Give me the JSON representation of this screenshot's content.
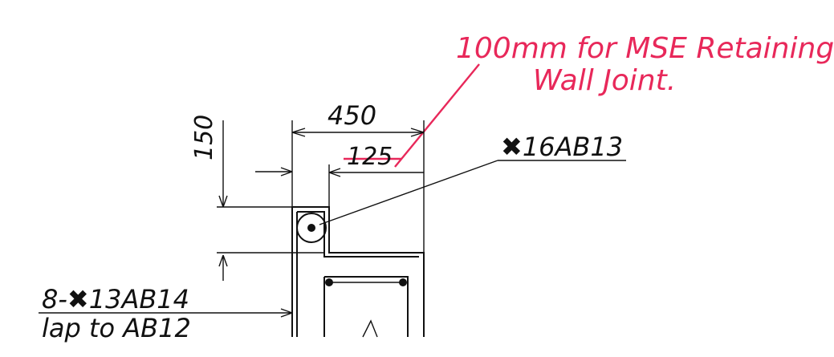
{
  "annotation": {
    "line1": "100mm for MSE Retaining",
    "line2": "Wall Joint."
  },
  "dimensions": {
    "width_total": "450",
    "width_inner": "125",
    "height_top": "150"
  },
  "labels": {
    "top_bar": "✖16AB13",
    "bottom_bar_line1": "8-✖13AB14",
    "bottom_bar_line2": "lap to AB12"
  },
  "colors": {
    "ink": "#111111",
    "markup": "#e8285a"
  }
}
